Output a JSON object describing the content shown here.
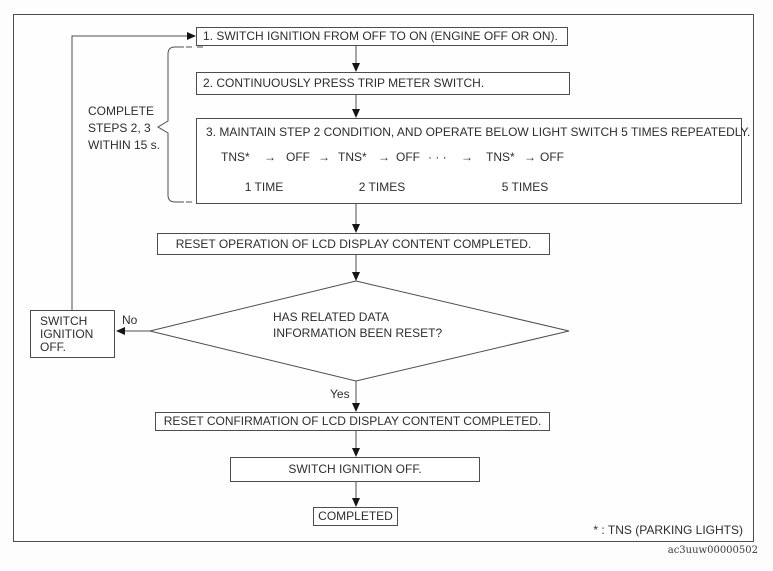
{
  "page": {
    "figure_id": "ac3uuw00000502",
    "footnote": "* : TNS (PARKING LIGHTS)"
  },
  "steps": {
    "step1": "1. SWITCH IGNITION FROM OFF TO ON (ENGINE OFF OR ON).",
    "step2": "2. CONTINUOUSLY PRESS TRIP METER SWITCH.",
    "step3": "3. MAINTAIN STEP 2 CONDITION, AND OPERATE BELOW LIGHT SWITCH 5 TIMES REPEATEDLY."
  },
  "timing_note": {
    "line1": "COMPLETE",
    "line2": "STEPS 2, 3",
    "line3": "WITHIN 15 s."
  },
  "tns": {
    "g1_tns": "TNS*",
    "g1_arrow": "→",
    "g1_off": "OFF",
    "sep1": "→",
    "g2_tns": "TNS*",
    "g2_arrow": "→",
    "g2_off": "OFF",
    "dots": "· · ·",
    "sep2": "→",
    "g3_tns": "TNS*",
    "g3_arrow": "→",
    "g3_off": "OFF",
    "label1": "1 TIME",
    "label2": "2 TIMES",
    "label3": "5 TIMES"
  },
  "results": {
    "reset_operation": "RESET OPERATION OF LCD DISPLAY CONTENT COMPLETED.",
    "reset_confirmation": "RESET CONFIRMATION OF LCD DISPLAY CONTENT COMPLETED.",
    "switch_ignition_off": "SWITCH IGNITION OFF.",
    "completed": "COMPLETED"
  },
  "decision": {
    "line1": "HAS RELATED DATA",
    "line2": "INFORMATION BEEN RESET?",
    "yes": "Yes",
    "no": "No"
  },
  "no_branch_box": {
    "line1": "SWITCH",
    "line2": "IGNITION",
    "line3": "OFF."
  }
}
